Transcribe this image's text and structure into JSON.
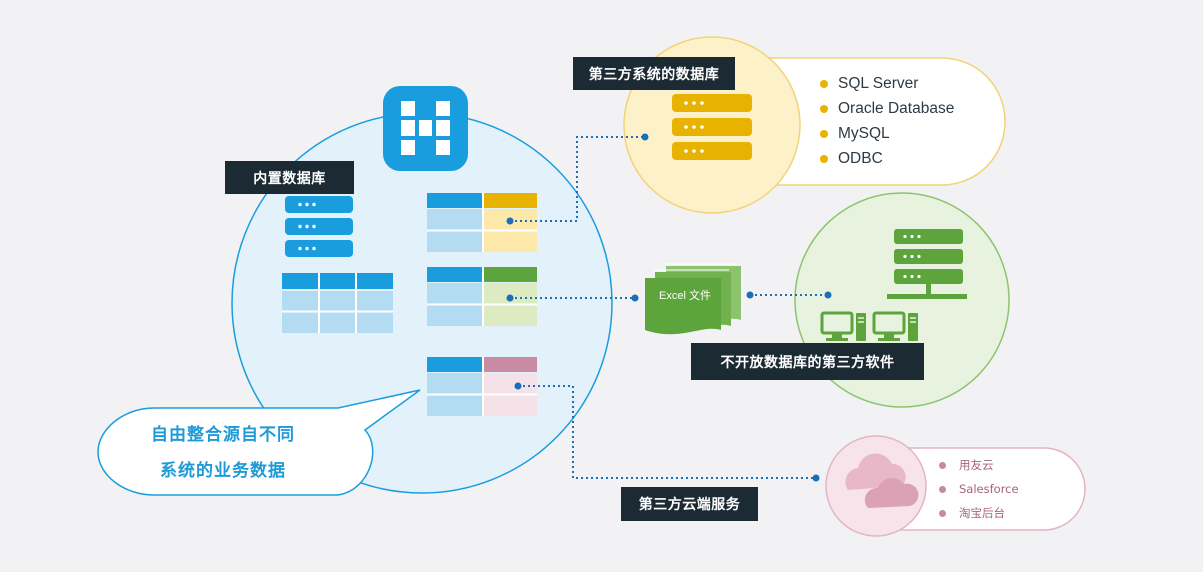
{
  "labels": {
    "builtin_db": "内置数据库",
    "third_party_db": "第三方系统的数据库",
    "closed_software": "不开放数据库的第三方软件",
    "cloud_service": "第三方云端服务"
  },
  "third_party_db_list": [
    "SQL Server",
    "Oracle Database",
    "MySQL",
    "ODBC"
  ],
  "cloud_list": [
    "用友云",
    "Salesforce",
    "淘宝后台"
  ],
  "excel_label": "Excel 文件",
  "bubble_lines": [
    "自由整合源自不同",
    "系统的业务数据"
  ],
  "colors": {
    "blue": "#1a9ddf",
    "light_blue": "#b3dcf2",
    "yellow": "#e8b300",
    "green": "#5ca43b",
    "pink": "#c98aa3",
    "label_bg": "#1b2a33"
  },
  "icons": [
    "brand-logo-icon",
    "server-icon",
    "table-icon",
    "excel-file-icon",
    "monitor-icon",
    "cloud-icon"
  ]
}
